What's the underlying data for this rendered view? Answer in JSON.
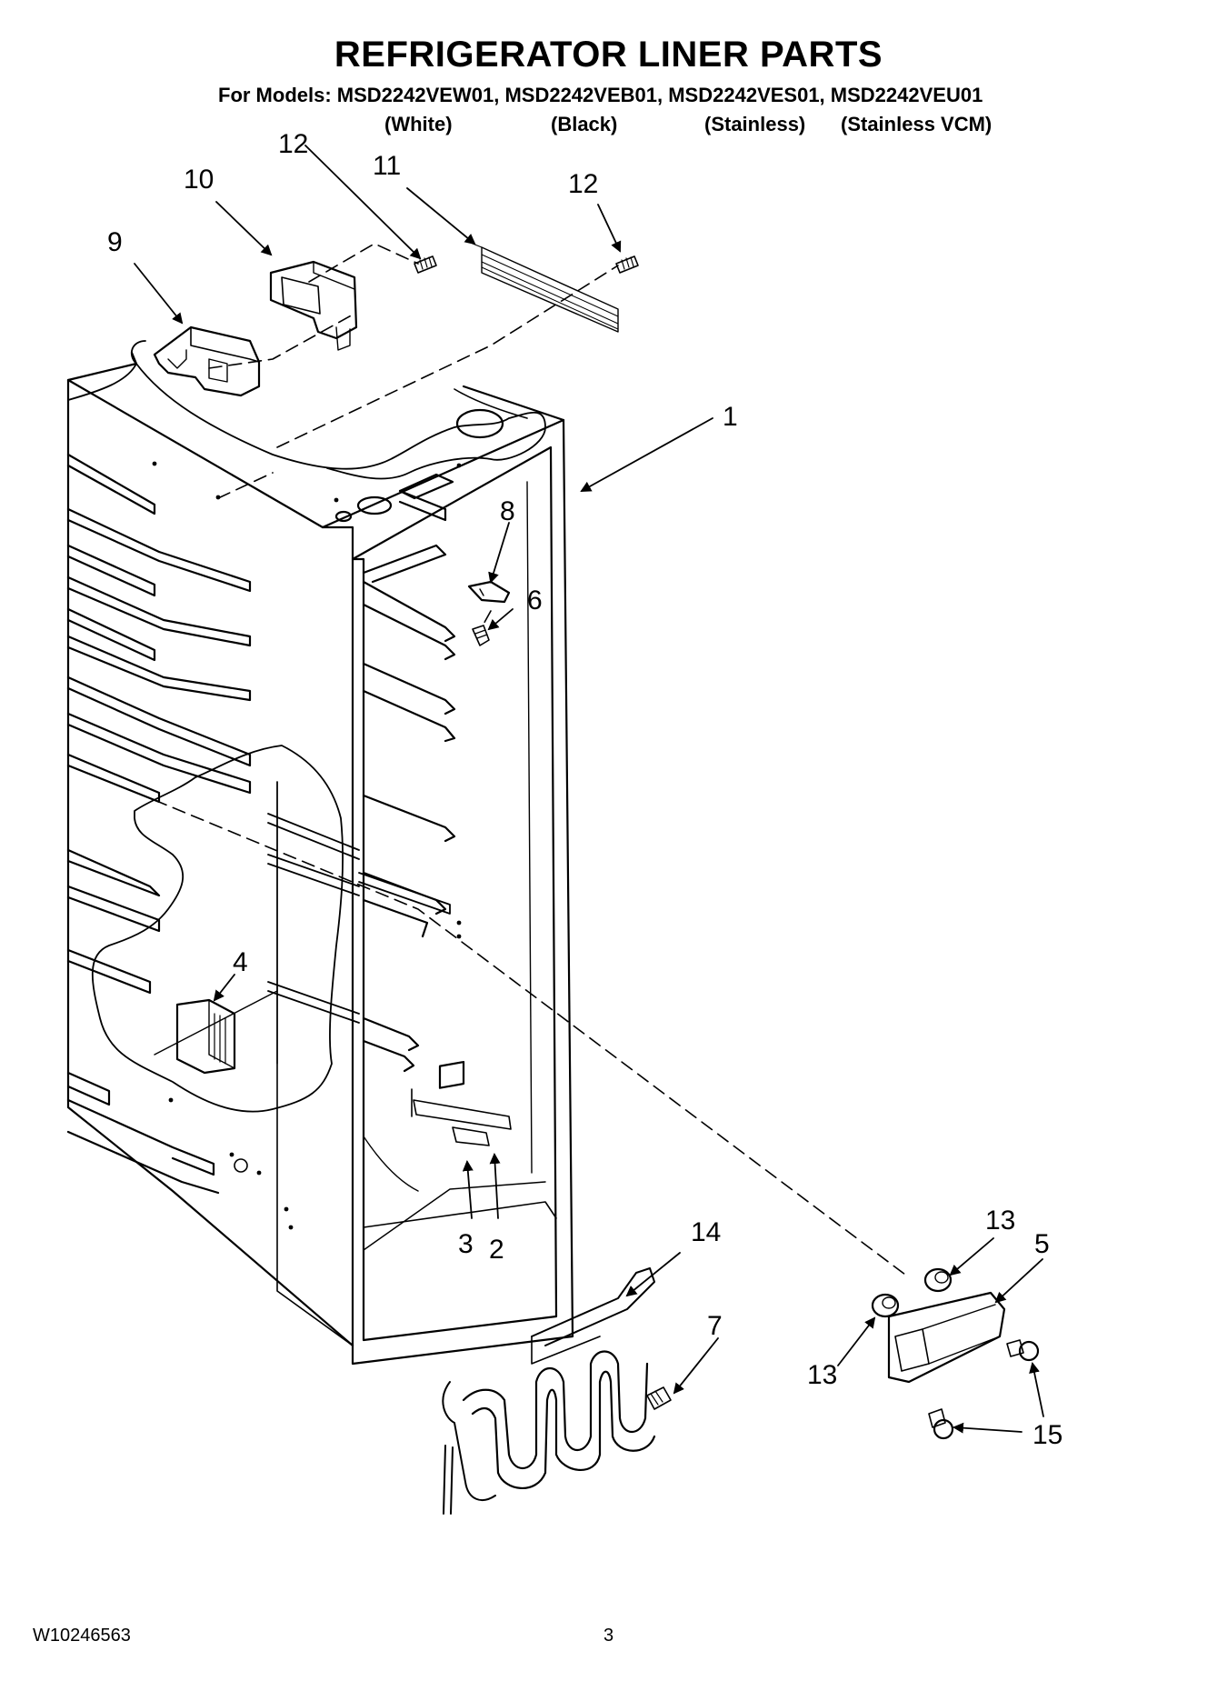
{
  "title": "REFRIGERATOR LINER PARTS",
  "models": {
    "prefix": "For Models:",
    "list": [
      "MSD2242VEW01,",
      "MSD2242VEB01,",
      "MSD2242VES01,",
      "MSD2242VEU01"
    ],
    "colors": [
      "(White)",
      "(Black)",
      "(Stainless)",
      "(Stainless VCM)"
    ]
  },
  "callouts": {
    "c1": "1",
    "c2": "2",
    "c3": "3",
    "c4": "4",
    "c5": "5",
    "c6": "6",
    "c7": "7",
    "c8": "8",
    "c9": "9",
    "c10": "10",
    "c11": "11",
    "c12a": "12",
    "c12b": "12",
    "c13a": "13",
    "c13b": "13",
    "c14": "14",
    "c15": "15"
  },
  "footer": {
    "doc_number": "W10246563",
    "page": "3"
  }
}
